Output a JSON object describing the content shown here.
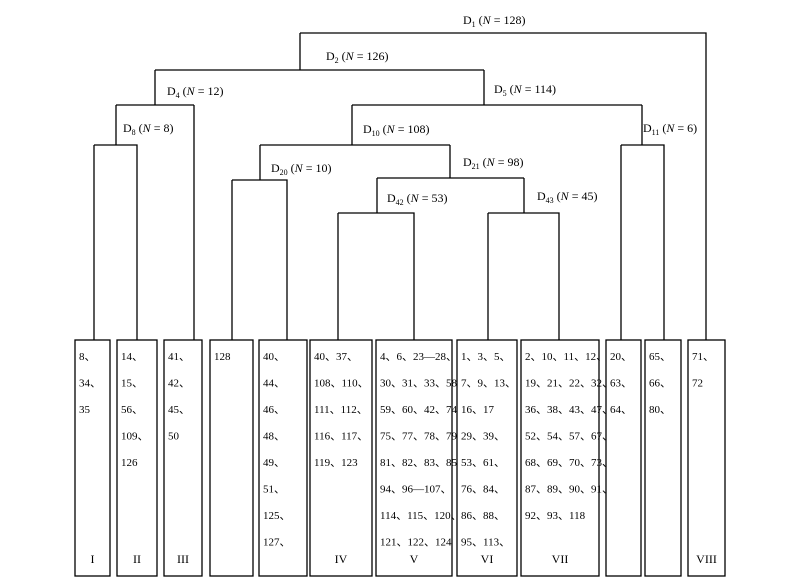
{
  "nodes": [
    {
      "id": "D1",
      "main": "D",
      "sub": "1",
      "pre": " (",
      "var": "N",
      "post": " = 128)"
    },
    {
      "id": "D2",
      "main": "D",
      "sub": "2",
      "pre": " (",
      "var": "N",
      "post": " = 126)"
    },
    {
      "id": "D4",
      "main": "D",
      "sub": "4",
      "pre": " (",
      "var": "N",
      "post": " = 12)"
    },
    {
      "id": "D5",
      "main": "D",
      "sub": "5",
      "pre": " (",
      "var": "N",
      "post": " = 114)"
    },
    {
      "id": "D8",
      "main": "D",
      "sub": "8",
      "pre": " (",
      "var": "N",
      "post": " = 8)"
    },
    {
      "id": "D10",
      "main": "D",
      "sub": "10",
      "pre": " (",
      "var": "N",
      "post": " = 108)"
    },
    {
      "id": "D11",
      "main": "D",
      "sub": "11",
      "pre": " (",
      "var": "N",
      "post": " = 6)"
    },
    {
      "id": "D20",
      "main": "D",
      "sub": "20",
      "pre": " (",
      "var": "N",
      "post": " = 10)"
    },
    {
      "id": "D21",
      "main": "D",
      "sub": "21",
      "pre": " (",
      "var": "N",
      "post": " = 98)"
    },
    {
      "id": "D42",
      "main": "D",
      "sub": "42",
      "pre": " (",
      "var": "N",
      "post": " = 53)"
    },
    {
      "id": "D43",
      "main": "D",
      "sub": "43",
      "pre": " (",
      "var": "N",
      "post": " = 45)"
    }
  ],
  "groups": [
    {
      "lines": [
        "8、",
        "34、",
        "35"
      ],
      "roman": "I"
    },
    {
      "lines": [
        "14、",
        "15、",
        "56、",
        "109、",
        "126"
      ],
      "roman": "II"
    },
    {
      "lines": [
        "41、",
        "42、",
        "45、",
        "50"
      ],
      "roman": "III"
    },
    {
      "lines": [
        "128"
      ],
      "roman": ""
    },
    {
      "lines": [
        "40、",
        "44、",
        "46、",
        "48、",
        "49、",
        "51、",
        "125、",
        "127、"
      ],
      "roman": ""
    },
    {
      "lines": [
        "40、37、",
        "108、110、",
        "111、112、",
        "116、117、",
        "119、123"
      ],
      "roman": "IV"
    },
    {
      "lines": [
        "4、6、23—28、",
        "30、31、33、58、",
        "59、60、42、74、",
        "75、77、78、79、",
        "81、82、83、85、",
        "94、96—107、",
        "114、115、120、",
        "121、122、124"
      ],
      "roman": "V"
    },
    {
      "lines": [
        "1、3、5、",
        "7、9、13、",
        "16、17",
        "29、39、",
        "53、61、",
        "76、84、",
        "86、88、",
        "95、113、"
      ],
      "roman": "VI"
    },
    {
      "lines": [
        "2、10、11、12、",
        "19、21、22、32、",
        "36、38、43、47、",
        "52、54、57、67、",
        "68、69、70、73、",
        "87、89、90、91、",
        "92、93、118"
      ],
      "roman": "VII"
    },
    {
      "lines": [
        "20、",
        "63、",
        "64、"
      ],
      "roman": ""
    },
    {
      "lines": [
        "65、",
        "66、",
        "80、"
      ],
      "roman": ""
    },
    {
      "lines": [
        "71、",
        "72"
      ],
      "roman": "VIII"
    }
  ]
}
